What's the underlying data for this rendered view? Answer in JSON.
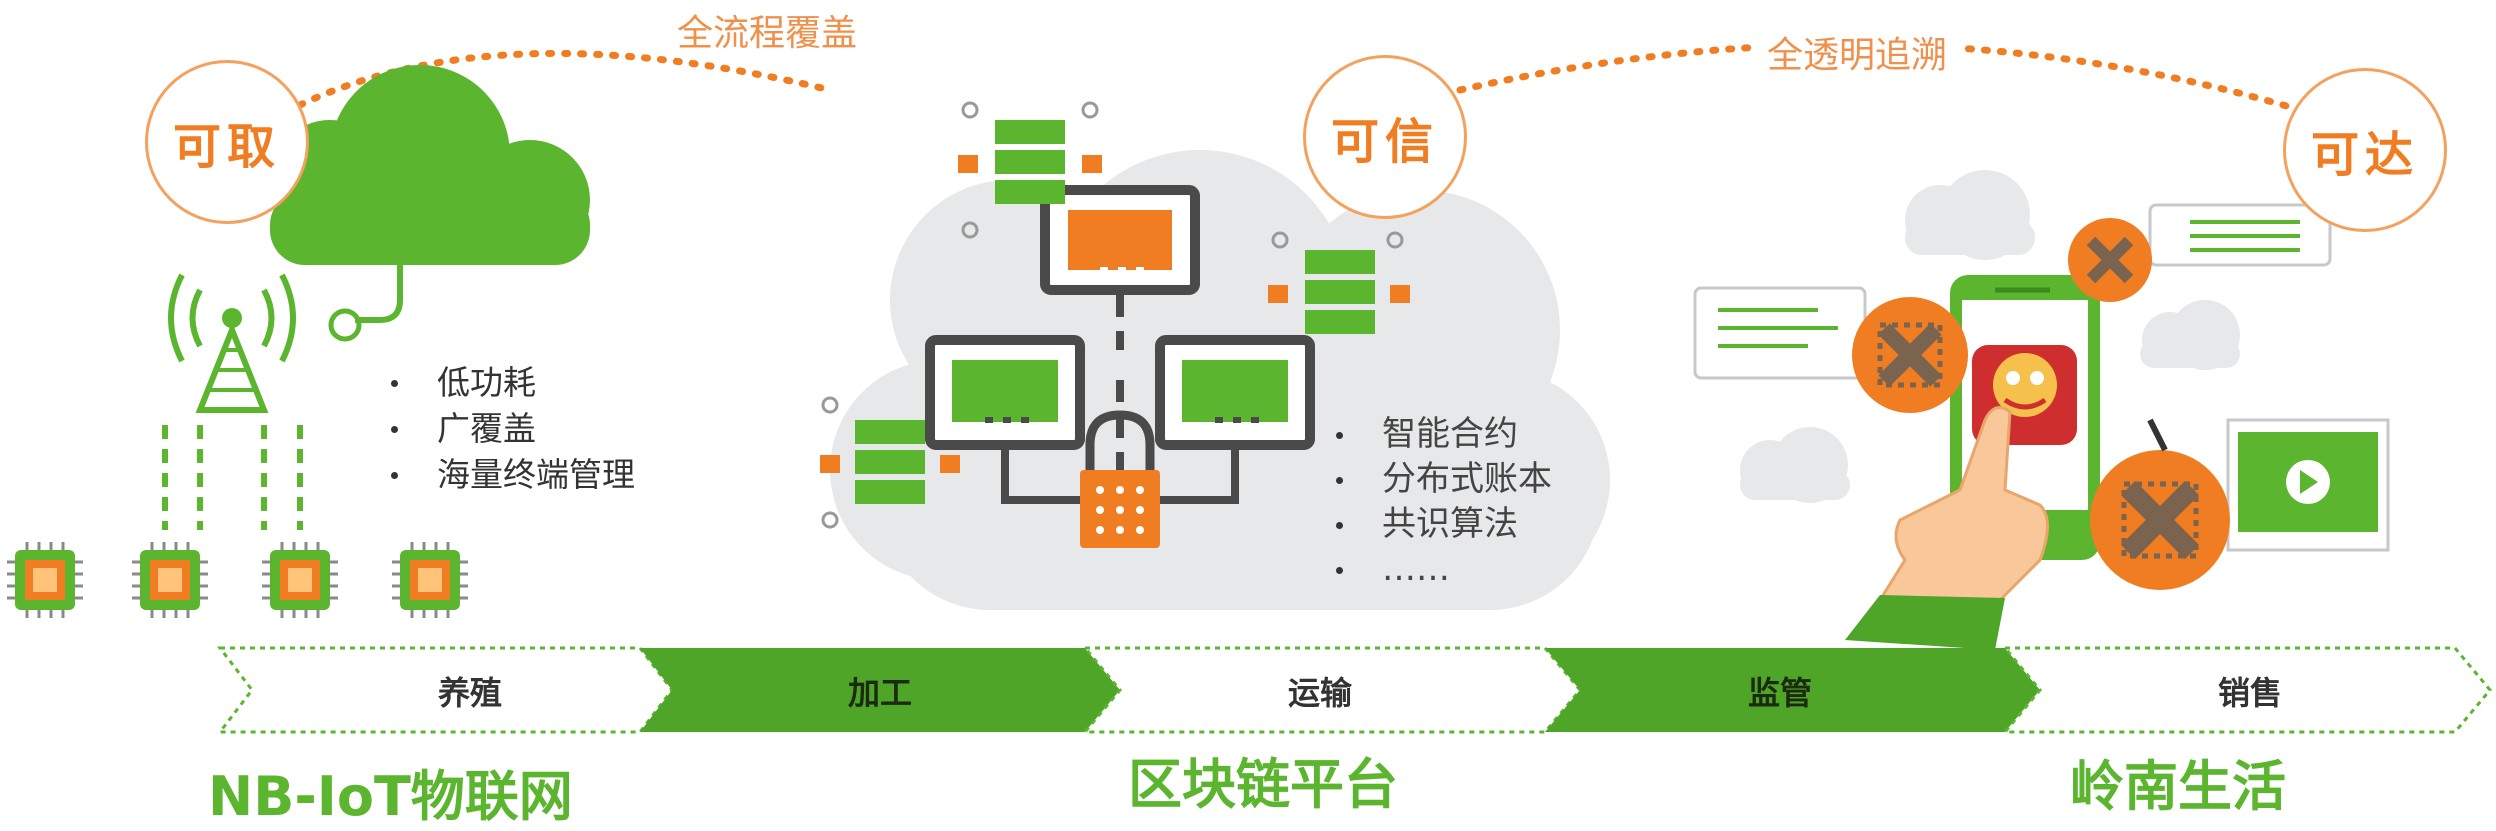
{
  "badges": {
    "fetch": "可取",
    "trust": "可信",
    "reach": "可达"
  },
  "top_labels": {
    "full_coverage": "全流程覆盖",
    "traceability": "全透明追溯"
  },
  "iot": {
    "features": [
      "低功耗",
      "广覆盖",
      "海量终端管理"
    ],
    "title": "NB-IoT物联网"
  },
  "blockchain": {
    "features": [
      "智能合约",
      "分布式账本",
      "共识算法",
      "……"
    ],
    "title": "区块链平台"
  },
  "app": {
    "title": "岭南生活"
  },
  "chain_steps": [
    "养殖",
    "加工",
    "运输",
    "监管",
    "销售"
  ],
  "colors": {
    "green": "#5bb52f",
    "orange": "#f07d22",
    "light_orange": "#f4a15d",
    "gray": "#e7e8e9"
  }
}
